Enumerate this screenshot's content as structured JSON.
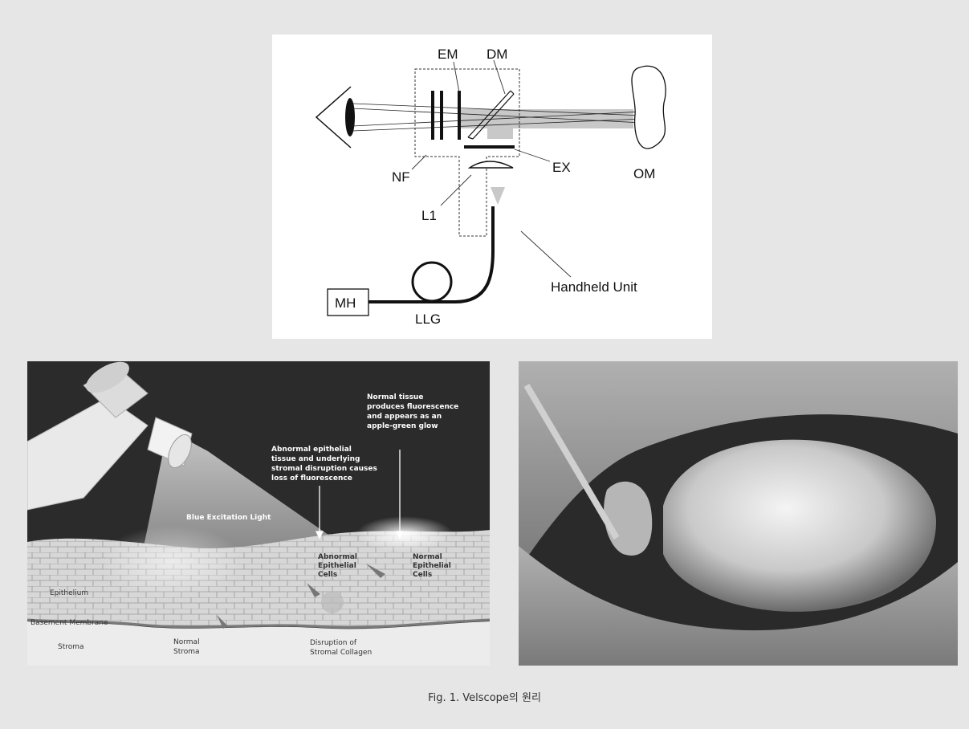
{
  "schematic": {
    "labels": {
      "em": "EM",
      "dm": "DM",
      "nf": "NF",
      "ex": "EX",
      "om": "OM",
      "l1": "L1",
      "mh": "MH",
      "llg": "LLG",
      "handheld": "Handheld Unit"
    }
  },
  "illustration": {
    "annotations": {
      "normal_tissue": [
        "Normal tissue",
        "produces fluorescence",
        "and appears as an",
        "apple-green glow"
      ],
      "abnormal_tissue": [
        "Abnormal epithelial",
        "tissue and underlying",
        "stromal disruption causes",
        "loss of fluorescence"
      ],
      "blue_light": "Blue Excitation Light"
    },
    "layers": {
      "epithelium": "Epithelium",
      "basement_membrane": "Basement Membrane",
      "stroma": "Stroma"
    },
    "cells": {
      "abnormal": [
        "Abnormal",
        "Epithelial",
        "Cells"
      ],
      "normal": [
        "Normal",
        "Epithelial",
        "Cells"
      ],
      "normal_stroma": [
        "Normal",
        "Stroma"
      ],
      "disruption": [
        "Disruption of",
        "Stromal Collagen"
      ]
    }
  },
  "caption": "Fig. 1. Velscope의 원리"
}
